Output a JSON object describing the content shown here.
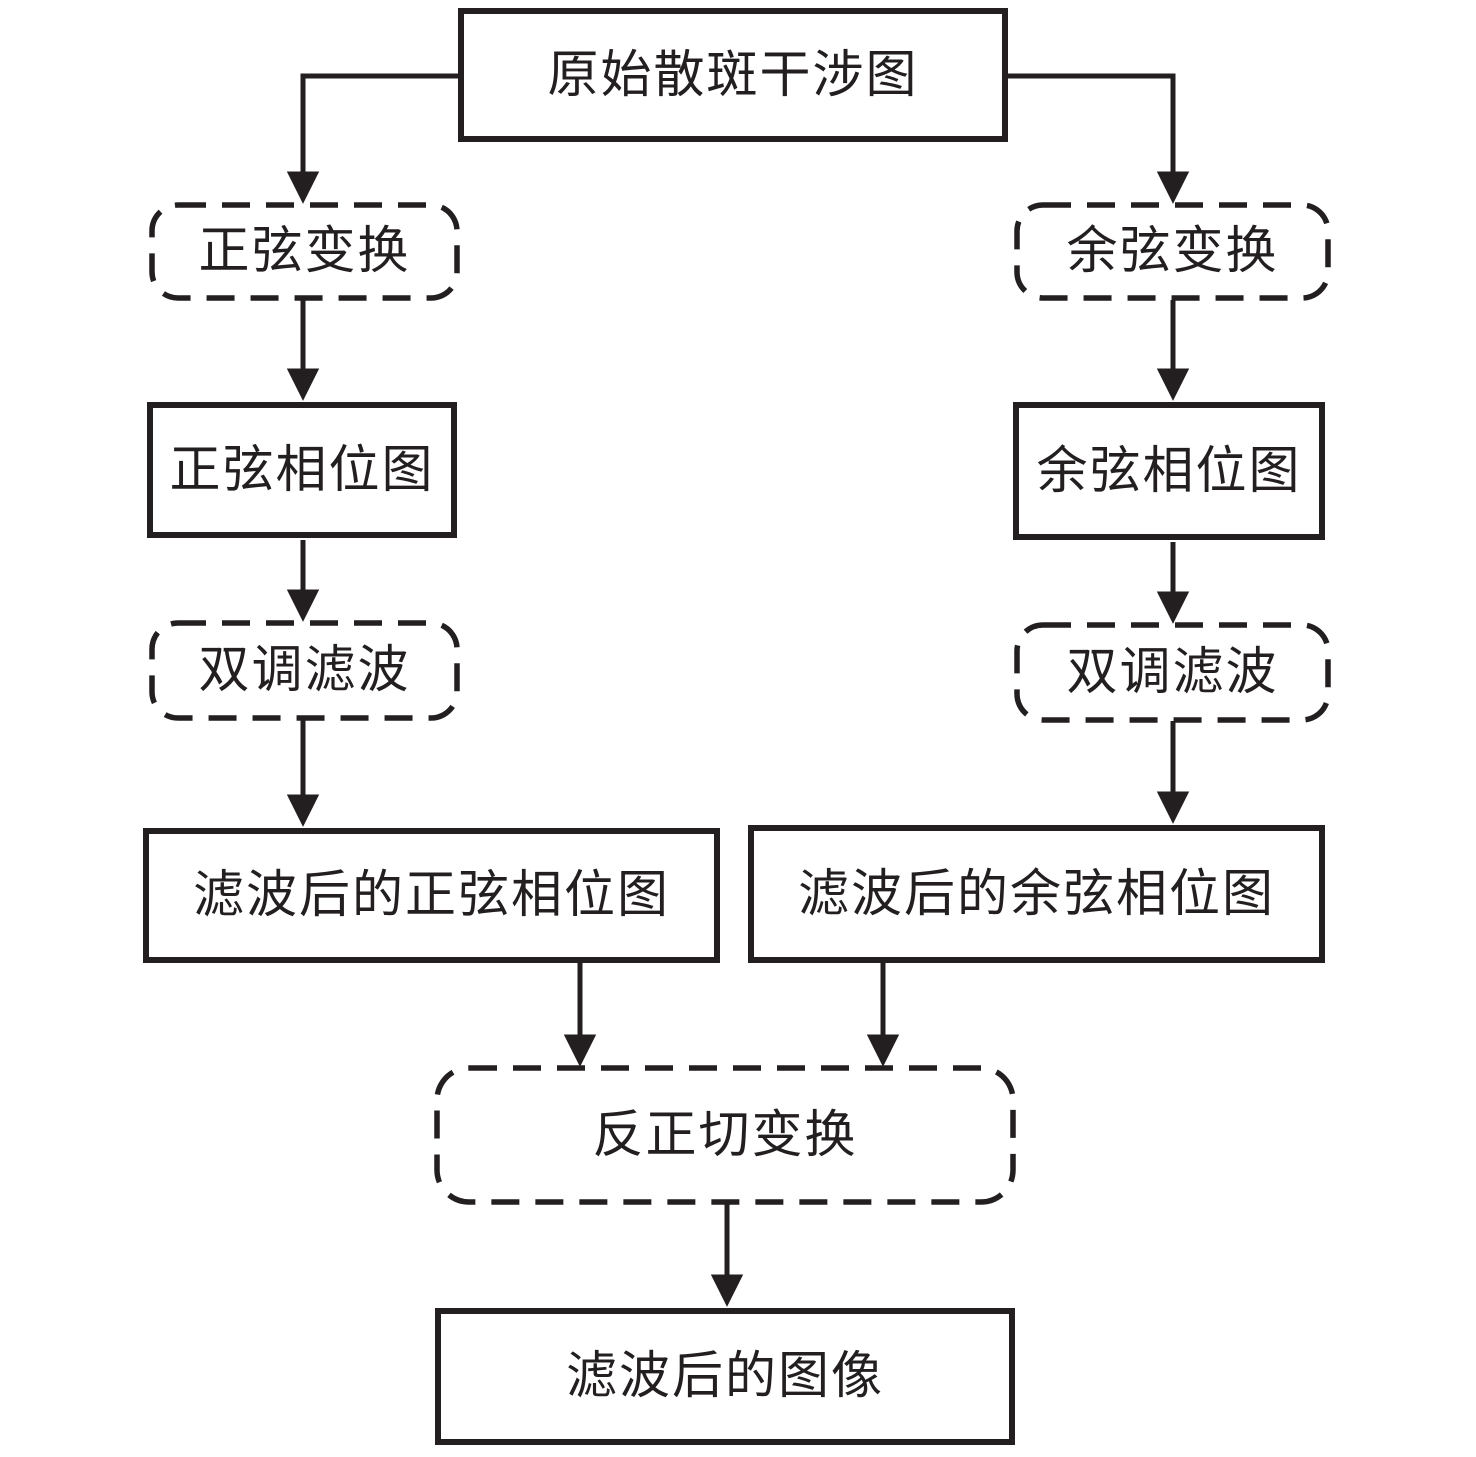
{
  "diagram": {
    "type": "flowchart",
    "colors": {
      "line": "#231f20",
      "background": "#ffffff"
    },
    "nodes": {
      "original": {
        "label": "原始散斑干涉图",
        "shape": "solid-rect"
      },
      "sine_transform": {
        "label": "正弦变换",
        "shape": "dashed-rounded-rect"
      },
      "cosine_transform": {
        "label": "余弦变换",
        "shape": "dashed-rounded-rect"
      },
      "sine_phase": {
        "label": "正弦相位图",
        "shape": "solid-rect"
      },
      "cosine_phase": {
        "label": "余弦相位图",
        "shape": "solid-rect"
      },
      "sine_filter": {
        "label": "双调滤波",
        "shape": "dashed-rounded-rect"
      },
      "cosine_filter": {
        "label": "双调滤波",
        "shape": "dashed-rounded-rect"
      },
      "filtered_sine": {
        "label": "滤波后的正弦相位图",
        "shape": "solid-rect"
      },
      "filtered_cosine": {
        "label": "滤波后的余弦相位图",
        "shape": "solid-rect"
      },
      "arctan_transform": {
        "label": "反正切变换",
        "shape": "dashed-rounded-rect"
      },
      "filtered_image": {
        "label": "滤波后的图像",
        "shape": "solid-rect"
      }
    },
    "edges": [
      {
        "from": "original",
        "to": "sine_transform"
      },
      {
        "from": "original",
        "to": "cosine_transform"
      },
      {
        "from": "sine_transform",
        "to": "sine_phase"
      },
      {
        "from": "cosine_transform",
        "to": "cosine_phase"
      },
      {
        "from": "sine_phase",
        "to": "sine_filter"
      },
      {
        "from": "cosine_phase",
        "to": "cosine_filter"
      },
      {
        "from": "sine_filter",
        "to": "filtered_sine"
      },
      {
        "from": "cosine_filter",
        "to": "filtered_cosine"
      },
      {
        "from": "filtered_sine",
        "to": "arctan_transform"
      },
      {
        "from": "filtered_cosine",
        "to": "arctan_transform"
      },
      {
        "from": "arctan_transform",
        "to": "filtered_image"
      }
    ]
  }
}
